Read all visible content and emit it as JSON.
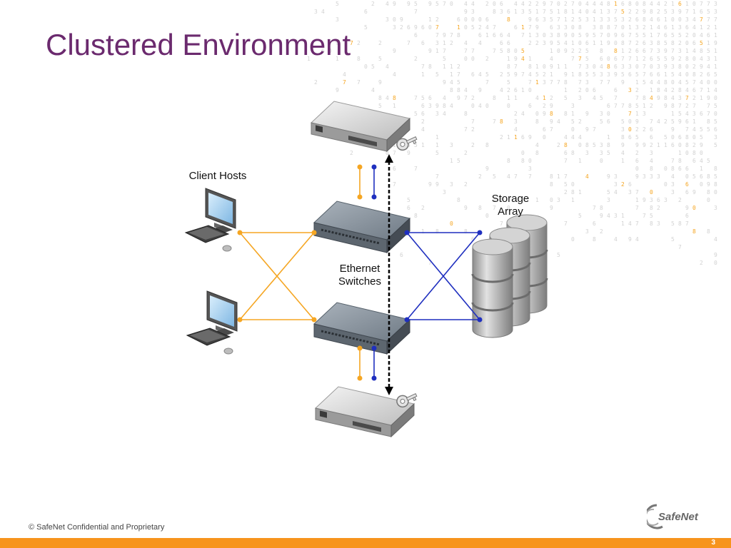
{
  "slide": {
    "title": "Clustered Environment",
    "page_number": "3"
  },
  "footer": {
    "copyright_symbol": "©",
    "text": "SafeNet Confidential and Proprietary"
  },
  "logo": {
    "text": "SafeNet"
  },
  "diagram": {
    "client_hosts_label": "Client Hosts",
    "switches_label_line1": "Ethernet",
    "switches_label_line2": "Switches",
    "storage_label_line1": "Storage",
    "storage_label_line2": "Array"
  },
  "colors": {
    "title": "#6b2a6e",
    "orange_link": "#f5a623",
    "blue_link": "#1f2fbf",
    "footer_bar": "#f7941d",
    "background_digits": "#d2d2d2"
  },
  "icons": [
    "server-icon",
    "key-icon",
    "ethernet-switch-icon",
    "desktop-computer-icon",
    "storage-database-icon",
    "safenet-logo"
  ]
}
